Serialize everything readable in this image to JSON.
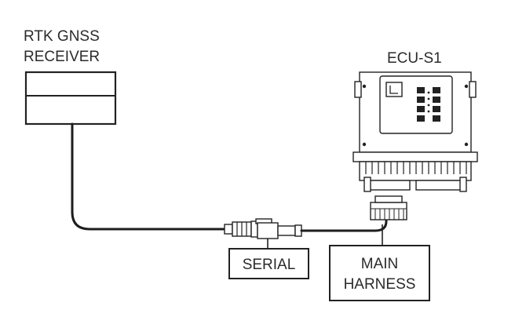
{
  "receiver": {
    "label_line1": "RTK GNSS",
    "label_line2": "RECEIVER"
  },
  "ecu": {
    "label": "ECU-S1"
  },
  "serial": {
    "label": "SERIAL"
  },
  "harness": {
    "label_line1": "MAIN",
    "label_line2": "HARNESS"
  }
}
